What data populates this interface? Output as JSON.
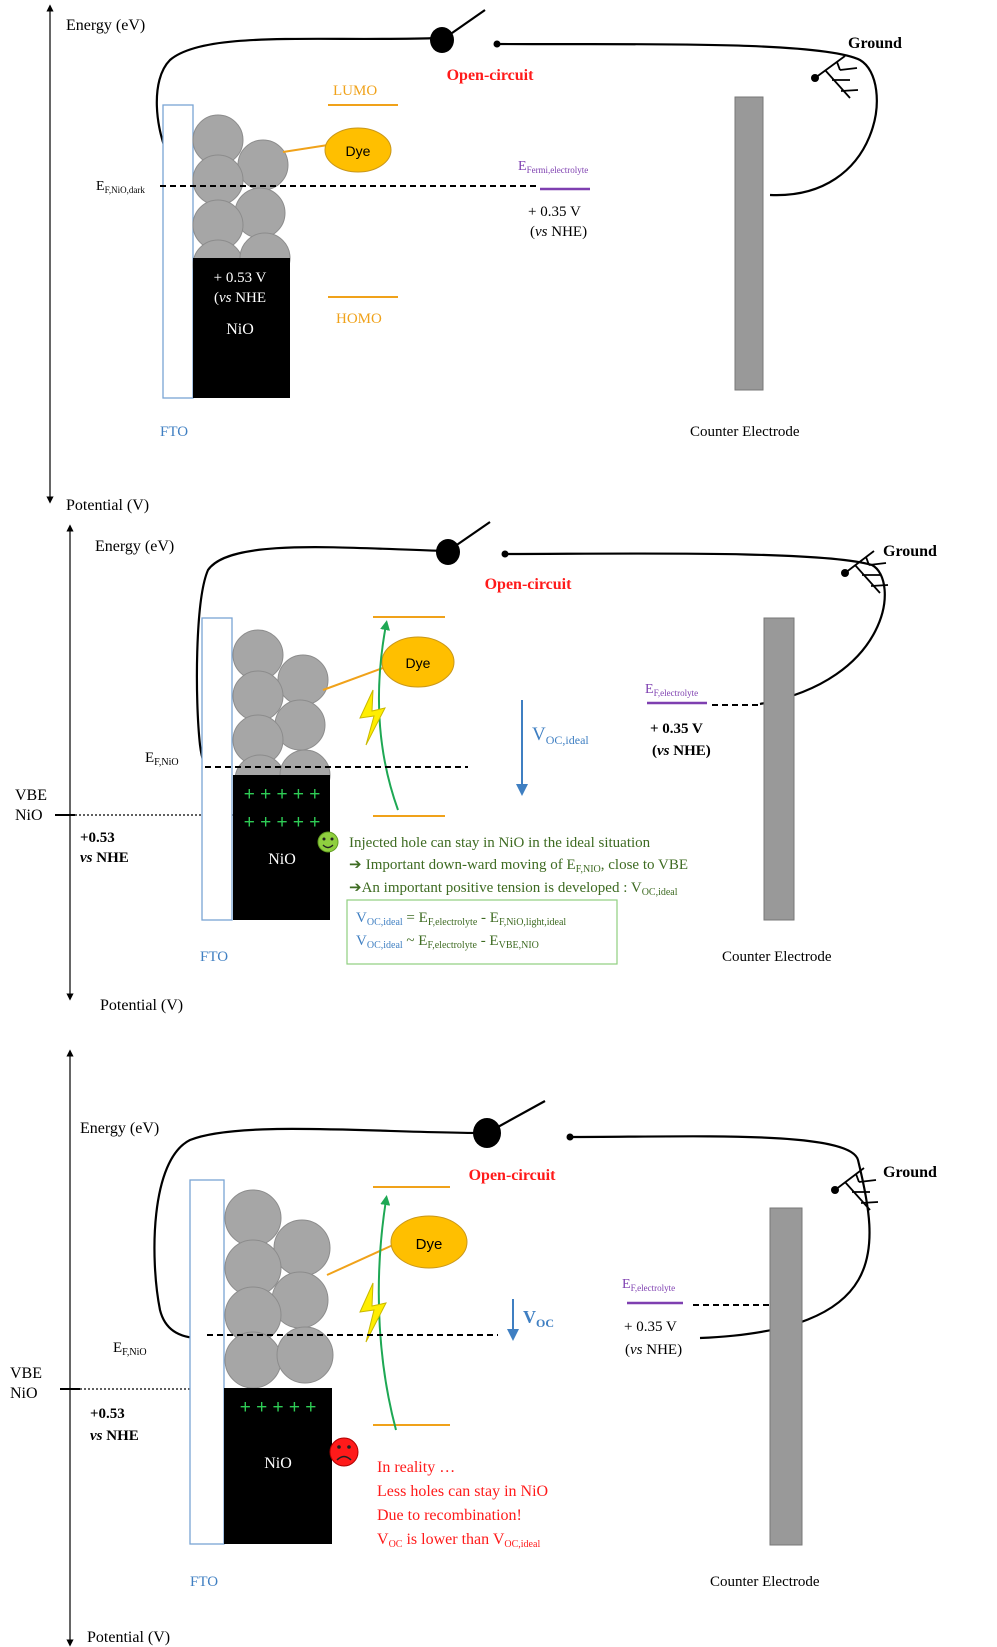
{
  "colors": {
    "accent_red": "#ff1a1a",
    "orange": "#f0a21a",
    "purple": "#7e3fb0",
    "blue": "#3f7fc2",
    "green_text": "#3e6b22",
    "green_arrow": "#1ea854",
    "bolt": "#ffee00",
    "plus": "#2ecc55",
    "grey_particle": "#a6a6a6",
    "counter_electrode": "#999999",
    "fto_border": "#7aa5d4"
  },
  "common": {
    "energy_axis": "Energy (eV)",
    "potential_axis": "Potential (V)",
    "open_circuit": "Open-circuit",
    "ground": "Ground",
    "fto": "FTO",
    "counter_electrode": "Counter Electrode",
    "nio": "NiO",
    "dye": "Dye",
    "vbe": "VBE",
    "vbe_nio": "NiO",
    "plus_row": "+ + + + +"
  },
  "panel1": {
    "lumo": "LUMO",
    "homo": "HOMO",
    "ef_main": "E",
    "ef_sub": "F,NiO,dark",
    "efermi_main": "E",
    "efermi_sub": "Fermi,electrolyte",
    "electrolyte_potential": "+ 0.35 V",
    "electrolyte_vs_italic": "vs",
    "electrolyte_vs_rest": "NHE)",
    "electrolyte_vs_open": "(",
    "nio_potential": "+ 0.53 V",
    "nio_vs_open": "(",
    "nio_vs_italic": "vs",
    "nio_vs_rest": "NHE"
  },
  "panel2": {
    "ef_main": "E",
    "ef_sub": "F,NiO",
    "ef_electrolyte_main": "E",
    "ef_electrolyte_sub": "F,electrolyte",
    "electrolyte_potential": "+ 0.35 V",
    "electrolyte_vs_open": "(",
    "electrolyte_vs_italic": "vs",
    "electrolyte_vs_rest": "NHE)",
    "nio_potential": "+0.53",
    "nio_vs_italic": "vs",
    "nio_vs_rest": "NHE",
    "voc_main": "V",
    "voc_sub": "OC,ideal",
    "note_line1": "Injected hole can stay in NiO in the ideal situation",
    "note_line2_pre": "Important down-ward moving of E",
    "note_line2_sub": "F,NIO",
    "note_line2_post": ", close to VBE",
    "note_line3_pre": "An important positive tension is developed : V",
    "note_line3_sub": "OC,ideal",
    "eq1_v": "V",
    "eq1_vsub": "OC,ideal",
    "eq1_op": " = ",
    "eq1_e1": "E",
    "eq1_e1sub": "F,electrolyte",
    "eq1_minus": " - E",
    "eq1_e2sub": "F,NiO,light,ideal",
    "eq2_v": "V",
    "eq2_vsub": "OC,ideal",
    "eq2_op": " ~ ",
    "eq2_e1": "E",
    "eq2_e1sub": "F,electrolyte",
    "eq2_minus": " - E",
    "eq2_e2sub": "VBE,NIO"
  },
  "panel3": {
    "ef_main": "E",
    "ef_sub": "F,NiO",
    "ef_electrolyte_main": "E",
    "ef_electrolyte_sub": "F,electrolyte",
    "electrolyte_potential": "+ 0.35 V",
    "electrolyte_vs_open": "(",
    "electrolyte_vs_italic": "vs",
    "electrolyte_vs_rest": "NHE)",
    "nio_potential": "+0.53",
    "nio_vs_italic": "vs",
    "nio_vs_rest": "NHE",
    "voc_main": "V",
    "voc_sub": "OC",
    "reality_line1": "In reality …",
    "reality_line2": "Less holes can stay in NiO",
    "reality_line3": "Due to recombination!",
    "reality_line4_a": "V",
    "reality_line4_asub": "OC",
    "reality_line4_mid": " is lower than V",
    "reality_line4_bsub": "OC,ideal"
  }
}
